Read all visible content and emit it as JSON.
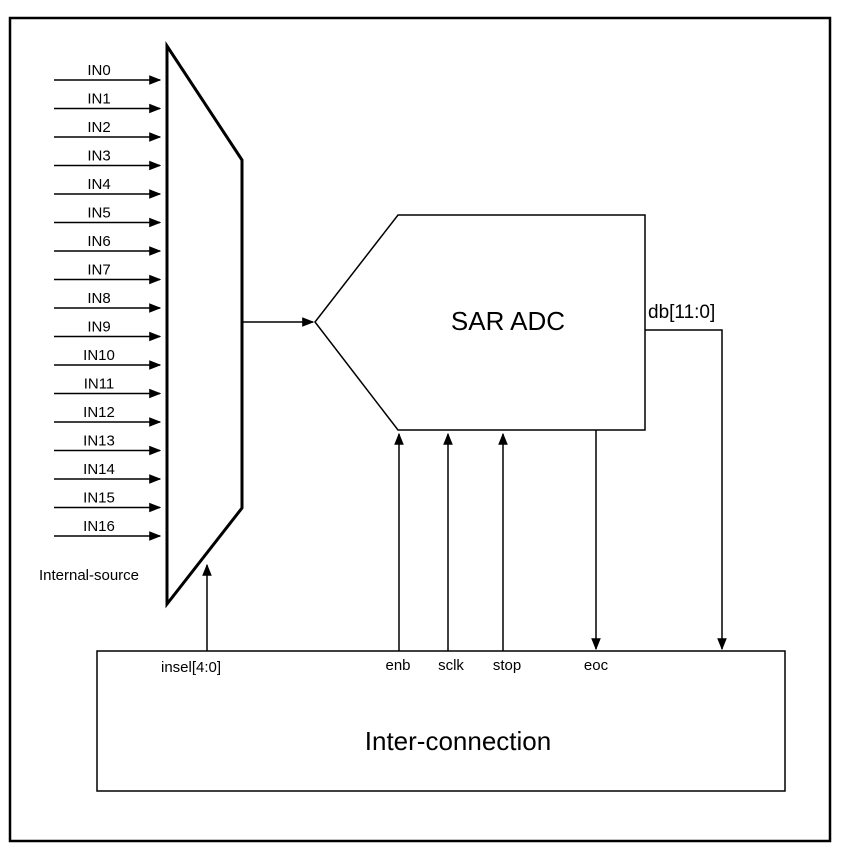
{
  "mux": {
    "inputs": [
      "IN0",
      "IN1",
      "IN2",
      "IN3",
      "IN4",
      "IN5",
      "IN6",
      "IN7",
      "IN8",
      "IN9",
      "IN10",
      "IN11",
      "IN12",
      "IN13",
      "IN14",
      "IN15",
      "IN16"
    ],
    "extra_input": "Internal-source",
    "select_label": "insel[4:0]"
  },
  "adc": {
    "title": "SAR ADC",
    "output_label": "db[11:0]"
  },
  "interconnect": {
    "title": "Inter-connection",
    "signals": [
      "enb",
      "sclk",
      "stop",
      "eoc"
    ]
  }
}
